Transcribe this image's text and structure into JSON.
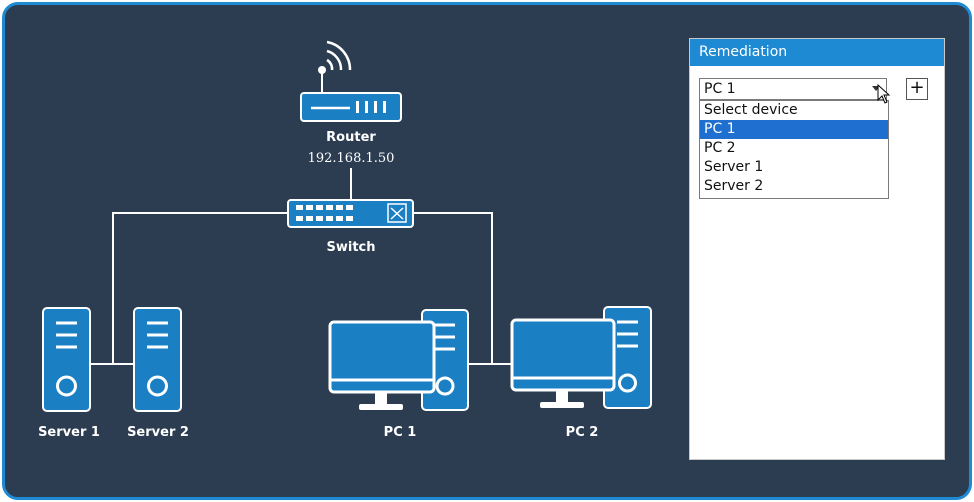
{
  "diagram": {
    "router": {
      "label": "Router",
      "ip": "192.168.1.50"
    },
    "switch": {
      "label": "Switch"
    },
    "devices": [
      {
        "id": "server1",
        "label": "Server 1"
      },
      {
        "id": "server2",
        "label": "Server 2"
      },
      {
        "id": "pc1",
        "label": "PC 1"
      },
      {
        "id": "pc2",
        "label": "PC 2"
      }
    ]
  },
  "panel": {
    "title": "Remediation",
    "select_value": "PC 1",
    "add_label": "+",
    "options": [
      "Select device",
      "PC 1",
      "PC 2",
      "Server 1",
      "Server 2"
    ],
    "selected_option": "PC 1"
  },
  "colors": {
    "background": "#2c3d52",
    "accent": "#1e8ad3",
    "device": "#1b7fc4",
    "line": "#ffffff",
    "highlight": "#1e6fd0"
  }
}
